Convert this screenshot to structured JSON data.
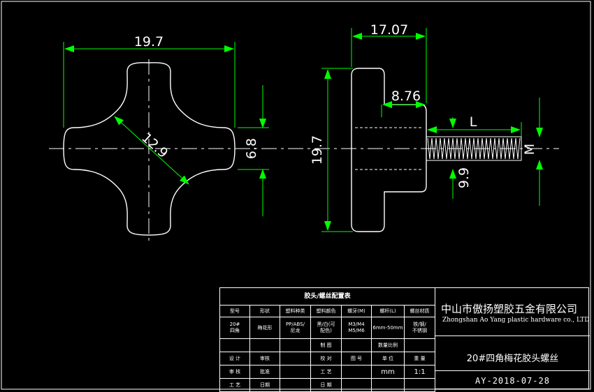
{
  "dimensions": {
    "top_width": "19.7",
    "diagonal": "12.9",
    "arm_width": "6.8",
    "side_height": "19.7",
    "side_length": "17.07",
    "neck_length": "8.76",
    "thread_length": "L",
    "thread_diameter": "M",
    "neck_diameter": "9.9"
  },
  "config_table": {
    "title": "胶头/螺丝配置表",
    "headers": [
      "型号",
      "形状",
      "塑料种类",
      "塑料颜色",
      "螺牙(M)",
      "螺杆(L)",
      "螺丝材质"
    ],
    "values": [
      "20#\n四角",
      "梅花形",
      "PP/ABS/\n尼龙",
      "黑/白(可\n配色)",
      "M3/M4\nM5/M6",
      "6mm-50mm",
      "铁/钢/\n不锈钢"
    ],
    "row1": {
      "c4": "制 图",
      "c6": "数量比例"
    },
    "row2": {
      "c1": "设 计",
      "c3": "审核",
      "c4": "校 对",
      "c6": "图 号",
      "c7": "单 位",
      "c8": "重 量"
    },
    "row3": {
      "c1": "审 核",
      "c3": "批准",
      "c4": "工 艺",
      "c7": "mm",
      "c8": "1:1"
    },
    "row4": {
      "c1": "工 艺",
      "c3": "日期",
      "c4": "日 期"
    }
  },
  "title_block": {
    "company_cn": "中山市傲扬塑胶五金有限公司",
    "company_en": "Zhongshan Ao Yang plastic hardware co., LTD",
    "part_name": "20#四角梅花胶头螺丝",
    "drawing_no": "AY-2018-07-28"
  },
  "colors": {
    "background": "#000000",
    "outline": "#ffffff",
    "dimension": "#00ff00",
    "text": "#ffffff"
  }
}
